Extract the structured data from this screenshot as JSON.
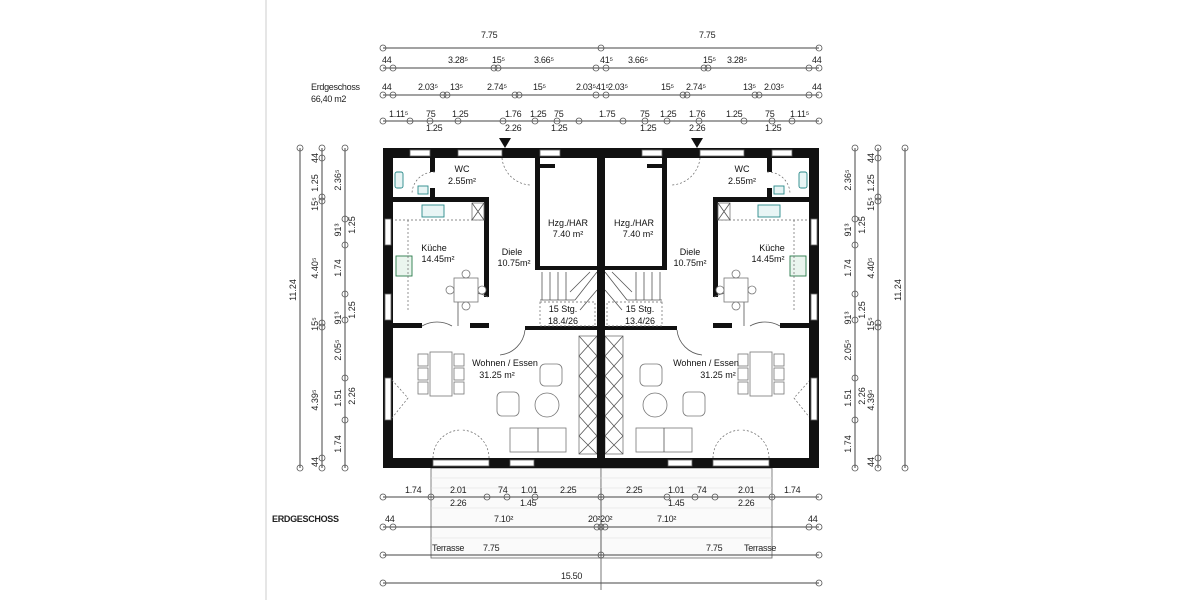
{
  "labels": {
    "floor_name": "Erdgeschoss",
    "floor_area": "66,40 m2",
    "floor_heading": "ERDGESCHOSS",
    "terrace": "Terrasse"
  },
  "rooms": {
    "wc": {
      "name": "WC",
      "area": "2.55m²"
    },
    "kitchen": {
      "name": "Küche",
      "area": "14.45m²"
    },
    "hall": {
      "name": "Diele",
      "area": "10.75m²"
    },
    "utility": {
      "name": "Hzg./HAR",
      "area": "7.40 m²"
    },
    "stairs": {
      "name": "15 Stg.",
      "ratio_left": "18.4/26",
      "ratio_right": "13.4/26"
    },
    "living": {
      "name": "Wohnen / Essen",
      "area": "31.25 m²"
    }
  },
  "dims": {
    "top1": [
      "7.75",
      "7.75"
    ],
    "top2": [
      "44",
      "3.28⁵",
      "15⁵",
      "3.66⁵",
      "41⁵",
      "3.66⁵",
      "15⁵",
      "3.28⁵",
      "44"
    ],
    "top3": [
      "44",
      "2.03⁵",
      "13⁵",
      "2.74⁵",
      "15⁵",
      "2.03⁵",
      "41⁵",
      "2.03⁵",
      "15⁵",
      "2.74⁵",
      "13⁵",
      "2.03⁵",
      "44"
    ],
    "top4": [
      "1.11⁵",
      "75",
      "1.25",
      "1.76",
      "1.25",
      "75",
      "1.75",
      "75",
      "1.25",
      "1.76",
      "1.25",
      "75",
      "1.11⁵"
    ],
    "top4b": [
      "1.25",
      "2.26",
      "1.25",
      "1.25",
      "2.26",
      "1.25"
    ],
    "bot1": [
      "1.74",
      "2.01",
      "74",
      "1.01",
      "2.25",
      "2.25",
      "1.01",
      "74",
      "2.01",
      "1.74"
    ],
    "bot1b": [
      "2.26",
      "1.45",
      "1.45",
      "2.26"
    ],
    "bot2": [
      "44",
      "7.10²",
      "20²20²",
      "7.10²",
      "44"
    ],
    "bot3": [
      "7.75",
      "7.75"
    ],
    "bot4": [
      "15.50"
    ],
    "side_total": "11.24",
    "side_outer": [
      "44",
      "1.25",
      "15⁵",
      "4.40⁵",
      "15⁵",
      "4.39⁵",
      "44"
    ],
    "side_inner": [
      "2.36⁵",
      "91³",
      "1.25",
      "1.74",
      "91³",
      "1.25",
      "2.05⁵",
      "1.51",
      "2.26",
      "1.74"
    ]
  },
  "colors": {
    "walls": "#111111",
    "sink": "#2a8a8a",
    "stove": "#2a7a4a"
  }
}
